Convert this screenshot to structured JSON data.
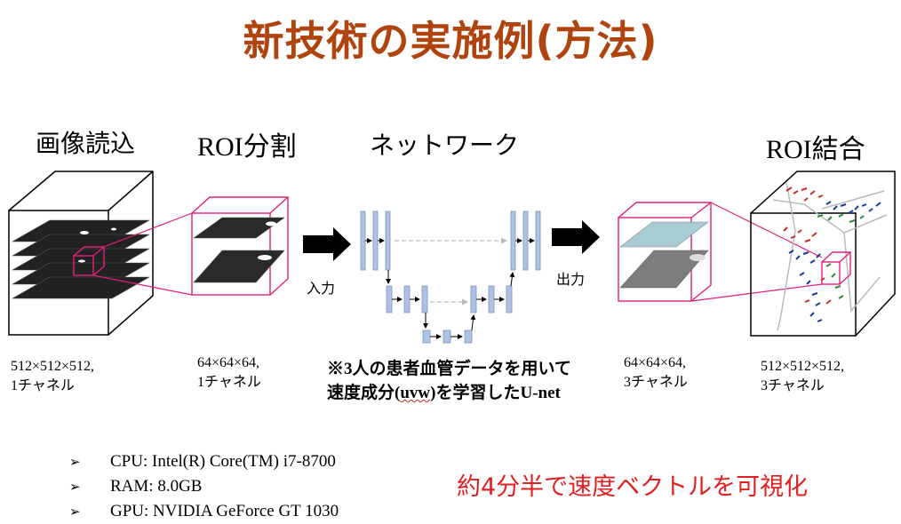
{
  "title": "新技術の実施例(方法)",
  "stages": {
    "read": {
      "label": "画像読込",
      "dims_line1": "512×512×512,",
      "dims_line2": "1チャネル"
    },
    "roi_split": {
      "label": "ROI分割",
      "dims_line1": "64×64×64,",
      "dims_line2": "1チャネル"
    },
    "network": {
      "label": "ネットワーク",
      "note_line1": "※3人の患者血管データを用いて",
      "note_line2_a": "速度成分(",
      "note_line2_u": "uvw",
      "note_line2_b": ")を学習したU-net"
    },
    "output_roi": {
      "dims_line1": "64×64×64,",
      "dims_line2": "3チャネル"
    },
    "roi_merge": {
      "label": "ROI結合",
      "dims_line1": "512×512×512,",
      "dims_line2": "3チャネル"
    }
  },
  "arrows": {
    "input_label": "入力",
    "output_label": "出力"
  },
  "specs": [
    {
      "bullet": "➢",
      "text": "CPU: Intel(R) Core(TM) i7-8700"
    },
    {
      "bullet": "➢",
      "text": "RAM: 8.0GB"
    },
    {
      "bullet": "➢",
      "text": "GPU: NVIDIA GeForce GT 1030"
    }
  ],
  "result": "約4分半で速度ベクトルを可視化",
  "colors": {
    "title": "#b0440f",
    "highlight": "#e0207a",
    "unet_block": "#aec3e4",
    "result": "#e02020"
  }
}
